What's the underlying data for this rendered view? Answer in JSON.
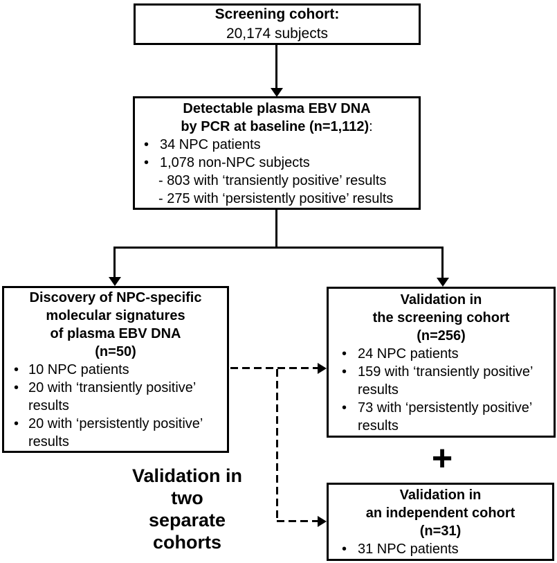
{
  "colors": {
    "ink": "#000000",
    "background": "#ffffff"
  },
  "icons": {
    "bullet": "•"
  },
  "boxes": {
    "screening": {
      "title": "Screening cohort:",
      "count": "20,174 subjects"
    },
    "detectable": {
      "title_line1": "Detectable plasma EBV DNA",
      "title_line2_bold": "by PCR at baseline (n=1,112)",
      "title_line2_suffix": ":",
      "bullets": [
        "34 NPC patients",
        "1,078 non-NPC subjects"
      ],
      "sub_items": [
        "- 803 with ‘transiently positive’ results",
        "- 275 with ‘persistently positive’ results"
      ]
    },
    "discovery": {
      "title_lines": [
        "Discovery of NPC-specific",
        "molecular signatures",
        "of plasma EBV DNA",
        "(n=50)"
      ],
      "bullets": [
        "10 NPC patients",
        "20 with ‘transiently positive’ results",
        "20 with ‘persistently positive’ results"
      ]
    },
    "validation_screening": {
      "title_lines": [
        "Validation in",
        "the screening cohort",
        "(n=256)"
      ],
      "bullets": [
        "24 NPC patients",
        "159 with ‘transiently positive’ results",
        "73 with ‘persistently positive’ results"
      ]
    },
    "validation_independent": {
      "title_lines": [
        "Validation in",
        "an independent cohort",
        "(n=31)"
      ],
      "bullets": [
        "31 NPC patients"
      ]
    }
  },
  "labels": {
    "branch_label_line1": "Validation in two",
    "branch_label_line2": "separate cohorts",
    "plus_sign": "+"
  }
}
